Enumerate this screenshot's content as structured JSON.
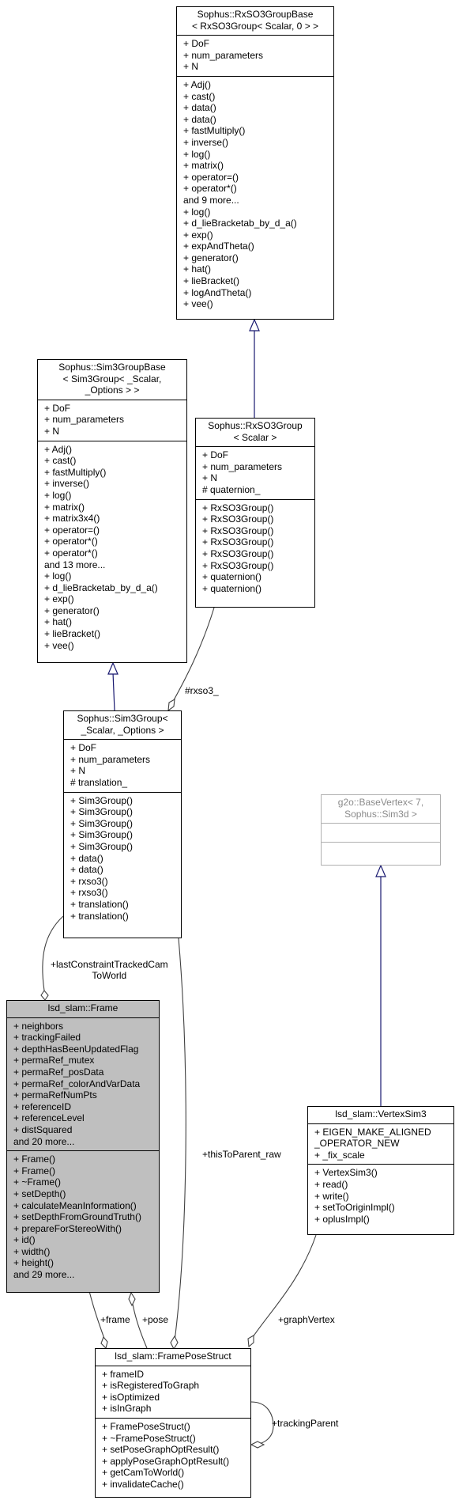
{
  "classes": {
    "rxso3groupbase": {
      "title": [
        "Sophus::RxSO3GroupBase",
        "< RxSO3Group< Scalar, 0 > >"
      ],
      "attributes": [
        "+ DoF",
        "+ num_parameters",
        "+ N"
      ],
      "methods": [
        "+ Adj()",
        "+ cast()",
        "+ data()",
        "+ data()",
        "+ fastMultiply()",
        "+ inverse()",
        "+ log()",
        "+ matrix()",
        "+ operator=()",
        "+ operator*()",
        "and 9 more...",
        "+ log()",
        "+ d_lieBracketab_by_d_a()",
        "+ exp()",
        "+ expAndTheta()",
        "+ generator()",
        "+ hat()",
        "+ lieBracket()",
        "+ logAndTheta()",
        "+ vee()"
      ]
    },
    "sim3groupbase": {
      "title": [
        "Sophus::Sim3GroupBase",
        "< Sim3Group< _Scalar,",
        "_Options > >"
      ],
      "attributes": [
        "+ DoF",
        "+ num_parameters",
        "+ N"
      ],
      "methods": [
        "+ Adj()",
        "+ cast()",
        "+ fastMultiply()",
        "+ inverse()",
        "+ log()",
        "+ matrix()",
        "+ matrix3x4()",
        "+ operator=()",
        "+ operator*()",
        "+ operator*()",
        "and 13 more...",
        "+ log()",
        "+ d_lieBracketab_by_d_a()",
        "+ exp()",
        "+ generator()",
        "+ hat()",
        "+ lieBracket()",
        "+ vee()"
      ]
    },
    "rxso3group": {
      "title": [
        "Sophus::RxSO3Group",
        "< Scalar >"
      ],
      "attributes": [
        "+ DoF",
        "+ num_parameters",
        "+ N",
        "# quaternion_"
      ],
      "methods": [
        "+ RxSO3Group()",
        "+ RxSO3Group()",
        "+ RxSO3Group()",
        "+ RxSO3Group()",
        "+ RxSO3Group()",
        "+ RxSO3Group()",
        "+ quaternion()",
        "+ quaternion()"
      ]
    },
    "sim3group": {
      "title": [
        "Sophus::Sim3Group<",
        "_Scalar, _Options >"
      ],
      "attributes": [
        "+ DoF",
        "+ num_parameters",
        "+ N",
        "# translation_"
      ],
      "methods": [
        "+ Sim3Group()",
        "+ Sim3Group()",
        "+ Sim3Group()",
        "+ Sim3Group()",
        "+ Sim3Group()",
        "+ data()",
        "+ data()",
        "+ rxso3()",
        "+ rxso3()",
        "+ translation()",
        "+ translation()"
      ]
    },
    "basevertex": {
      "title": [
        "g2o::BaseVertex< 7,",
        "Sophus::Sim3d >"
      ],
      "attributes": [],
      "methods": []
    },
    "frame": {
      "title": [
        "lsd_slam::Frame"
      ],
      "attributes": [
        "+ neighbors",
        "+ trackingFailed",
        "+ depthHasBeenUpdatedFlag",
        "+ permaRef_mutex",
        "+ permaRef_posData",
        "+ permaRef_colorAndVarData",
        "+ permaRefNumPts",
        "+ referenceID",
        "+ referenceLevel",
        "+ distSquared",
        "and 20 more..."
      ],
      "methods": [
        "+ Frame()",
        "+ Frame()",
        "+ ~Frame()",
        "+ setDepth()",
        "+ calculateMeanInformation()",
        "+ setDepthFromGroundTruth()",
        "+ prepareForStereoWith()",
        "+ id()",
        "+ width()",
        "+ height()",
        "and 29 more..."
      ]
    },
    "vertexsim3": {
      "title": [
        "lsd_slam::VertexSim3"
      ],
      "attributes": [
        "+ EIGEN_MAKE_ALIGNED",
        "_OPERATOR_NEW",
        "+ _fix_scale"
      ],
      "methods": [
        "+ VertexSim3()",
        "+ read()",
        "+ write()",
        "+ setToOriginImpl()",
        "+ oplusImpl()"
      ]
    },
    "frameposestruct": {
      "title": [
        "lsd_slam::FramePoseStruct"
      ],
      "attributes": [
        "+ frameID",
        "+ isRegisteredToGraph",
        "+ isOptimized",
        "+ isInGraph"
      ],
      "methods": [
        "+ FramePoseStruct()",
        "+ ~FramePoseStruct()",
        "+ setPoseGraphOptResult()",
        "+ applyPoseGraphOptResult()",
        "+ getCamToWorld()",
        "+ invalidateCache()"
      ]
    }
  },
  "edge_labels": {
    "rxso3": "#rxso3_",
    "last_constraint": [
      "+lastConstraintTrackedCam",
      "ToWorld"
    ],
    "this_to_parent": "+thisToParent_raw",
    "graph_vertex": "+graphVertex",
    "frame": "+frame",
    "pose": "+pose",
    "tracking_parent": "+trackingParent"
  },
  "colors": {
    "inheritance": "#191970",
    "association": "#404040",
    "highlight": "#bfbfbf"
  }
}
